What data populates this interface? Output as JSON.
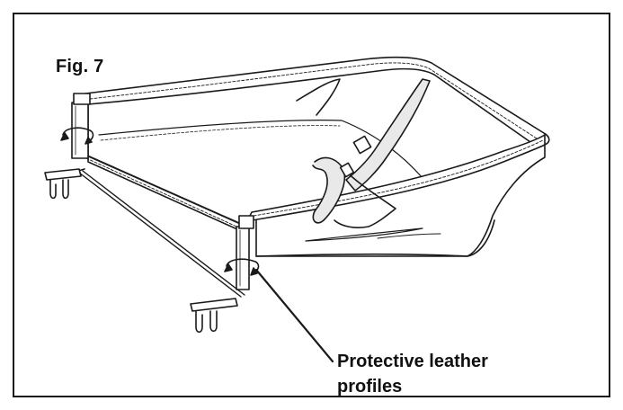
{
  "figure": {
    "label": "Fig. 7",
    "callout_line1": "Protective leather",
    "callout_line2": "profiles"
  },
  "colors": {
    "line": "#1a1a1a",
    "fabric_light": "#ffffff",
    "strap": "#e9e9e9"
  }
}
